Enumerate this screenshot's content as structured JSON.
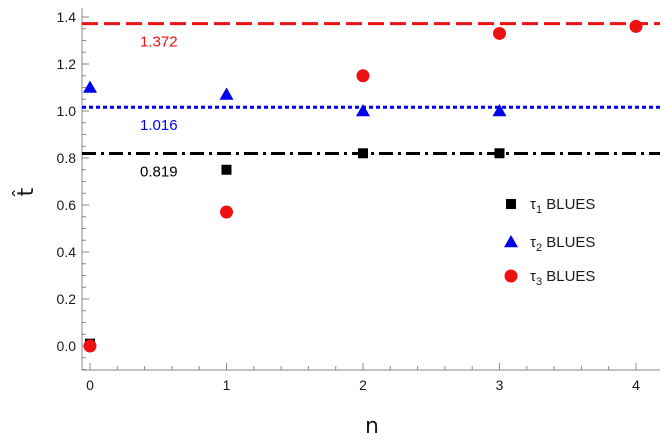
{
  "chart_data": {
    "type": "scatter",
    "xlabel": "n",
    "ylabel": "t̂",
    "xlim": [
      -0.05,
      4.2
    ],
    "ylim": [
      -0.1,
      1.4
    ],
    "x_ticks": [
      0,
      1,
      2,
      3,
      4
    ],
    "y_ticks": [
      0.0,
      0.2,
      0.4,
      0.6,
      0.8,
      1.0,
      1.2,
      1.4
    ],
    "y_tick_labels": [
      "0.0",
      "0.2",
      "0.4",
      "0.6",
      "0.8",
      "1.0",
      "1.2",
      "1.4"
    ],
    "grid": false,
    "legend_position": "right",
    "series": [
      {
        "name": "τ1 BLUES",
        "legend": {
          "base": "τ",
          "sub": "1",
          "text": "BLUES"
        },
        "marker": "square",
        "color": "#000000",
        "points": [
          [
            0,
            0.01
          ],
          [
            1,
            0.75
          ],
          [
            2,
            0.82
          ],
          [
            3,
            0.82
          ]
        ]
      },
      {
        "name": "τ2 BLUES",
        "legend": {
          "base": "τ",
          "sub": "2",
          "text": "BLUES"
        },
        "marker": "triangle",
        "color": "#0000ee",
        "points": [
          [
            0,
            1.1
          ],
          [
            1,
            1.07
          ],
          [
            2,
            1.0
          ],
          [
            3,
            1.0
          ]
        ]
      },
      {
        "name": "τ3 BLUES",
        "legend": {
          "base": "τ",
          "sub": "3",
          "text": "BLUES"
        },
        "marker": "circle",
        "color": "#ee1111",
        "points": [
          [
            0,
            0.0
          ],
          [
            1,
            0.57
          ],
          [
            2,
            1.15
          ],
          [
            3,
            1.33
          ],
          [
            4,
            1.36
          ]
        ]
      }
    ],
    "reference_lines": [
      {
        "value": 1.372,
        "label": "1.372",
        "color": "#ee1111",
        "style": "dashed"
      },
      {
        "value": 1.016,
        "label": "1.016",
        "color": "#0000ee",
        "style": "dotted"
      },
      {
        "value": 0.819,
        "label": "0.819",
        "color": "#000000",
        "style": "dashdot"
      }
    ]
  }
}
